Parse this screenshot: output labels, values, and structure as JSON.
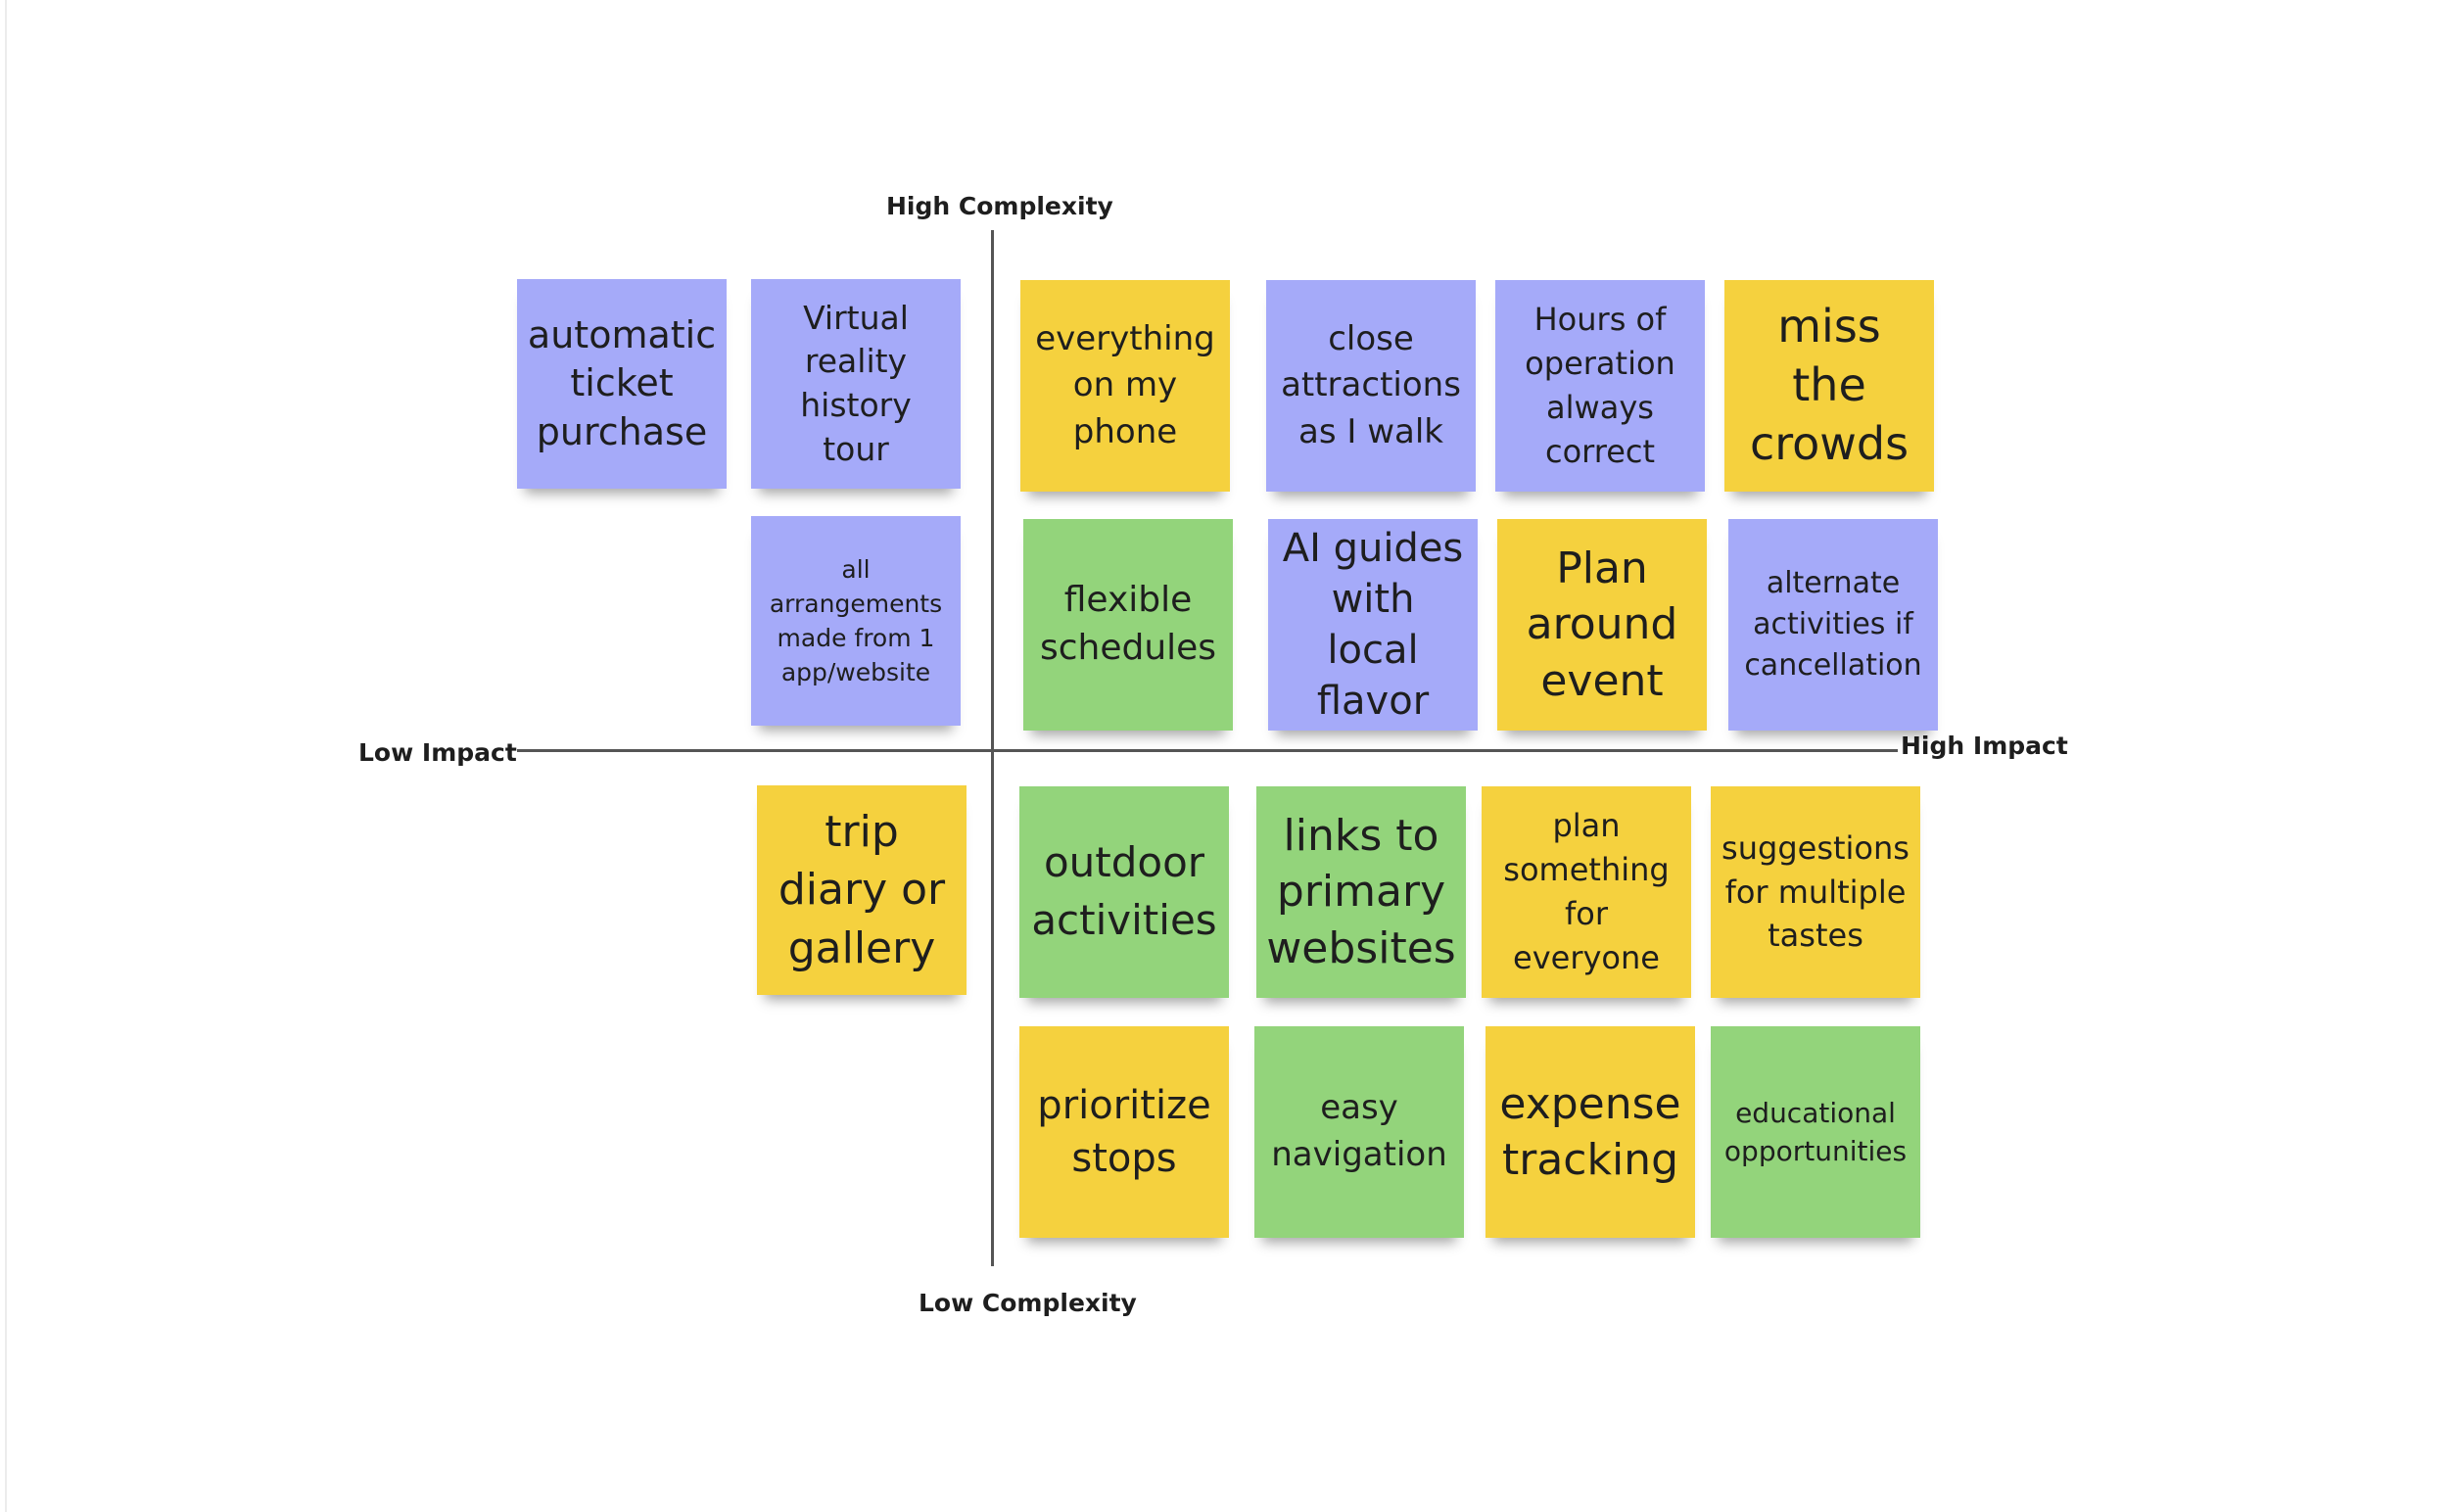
{
  "axes": {
    "top": "High Complexity",
    "bottom": "Low Complexity",
    "left": "Low Impact",
    "right": "High Impact"
  },
  "colors": {
    "purple": "#a5aaf9",
    "yellow": "#f5d13e",
    "green": "#93d47b",
    "axis": "#555555"
  },
  "notes": [
    {
      "text": "automatic\nticket\npurchase",
      "color": "purple"
    },
    {
      "text": "Virtual\nreality\nhistory tour",
      "color": "purple"
    },
    {
      "text": "everything\non my\nphone",
      "color": "yellow"
    },
    {
      "text": "close\nattractions\nas I walk",
      "color": "purple"
    },
    {
      "text": "Hours of\noperation\nalways\ncorrect",
      "color": "purple"
    },
    {
      "text": "miss the\ncrowds",
      "color": "yellow"
    },
    {
      "text": "all\narrangements\nmade from  1\napp/website",
      "color": "purple"
    },
    {
      "text": "flexible\nschedules",
      "color": "green"
    },
    {
      "text": "AI guides\nwith local\nflavor",
      "color": "purple"
    },
    {
      "text": "Plan\naround\nevent",
      "color": "yellow"
    },
    {
      "text": "alternate\nactivities if\ncancellation",
      "color": "purple"
    },
    {
      "text": "trip\ndiary or\ngallery",
      "color": "yellow"
    },
    {
      "text": "outdoor\nactivities",
      "color": "green"
    },
    {
      "text": "links to\nprimary\nwebsites",
      "color": "green"
    },
    {
      "text": "plan\nsomething\nfor\neveryone",
      "color": "yellow"
    },
    {
      "text": "suggestions\nfor multiple\ntastes",
      "color": "yellow"
    },
    {
      "text": "prioritize\nstops",
      "color": "yellow"
    },
    {
      "text": "easy\nnavigation",
      "color": "green"
    },
    {
      "text": "expense\ntracking",
      "color": "yellow"
    },
    {
      "text": "educational\nopportunities",
      "color": "green"
    }
  ]
}
